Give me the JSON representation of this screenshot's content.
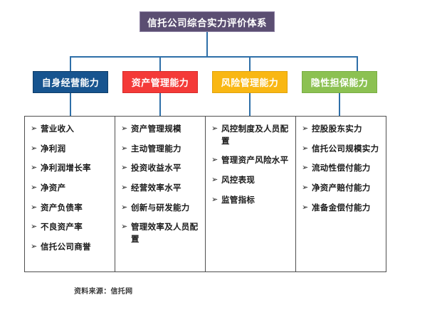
{
  "diagram": {
    "root": {
      "label": "信托公司综合实力评价体系",
      "color": "#5B4E72",
      "border_color": "#8E82A4",
      "text_color": "#FFFFFF"
    },
    "connector_color": "#2E6FA8",
    "panel_border_color": "#4F4F4F",
    "bullet_glyph": "➢",
    "categories": [
      {
        "label": "自身经营能力",
        "color": "#17548F",
        "border_color": "#0E3C68",
        "text_color": "#FFFFFF",
        "items": [
          "营业收入",
          "净利润",
          "净利润增长率",
          "净资产",
          "资产负债率",
          "不良资产率",
          "信托公司商誉"
        ]
      },
      {
        "label": "资产管理能力",
        "color": "#F43A38",
        "border_color": "#D52B2A",
        "text_color": "#FFFFFF",
        "items": [
          "资产管理规模",
          "主动管理能力",
          "投资收益水平",
          "经营效率水平",
          "创新与研发能力",
          "管理效率及人员配置"
        ]
      },
      {
        "label": "风险管理能力",
        "color": "#F9B713",
        "border_color": "#E0A20C",
        "text_color": "#FFFFFF",
        "items": [
          "风控制度及人员配置",
          "管理资产风险水平",
          "风控表现",
          "监管指标"
        ]
      },
      {
        "label": "隐性担保能力",
        "color": "#8CC152",
        "border_color": "#79AD43",
        "text_color": "#FFFFFF",
        "items": [
          "控股股东实力",
          "信托公司规模实力",
          "流动性偿付能力",
          "净资产赔付能力",
          "准备金偿付能力"
        ]
      }
    ],
    "source_note": "资料来源：信托网"
  }
}
